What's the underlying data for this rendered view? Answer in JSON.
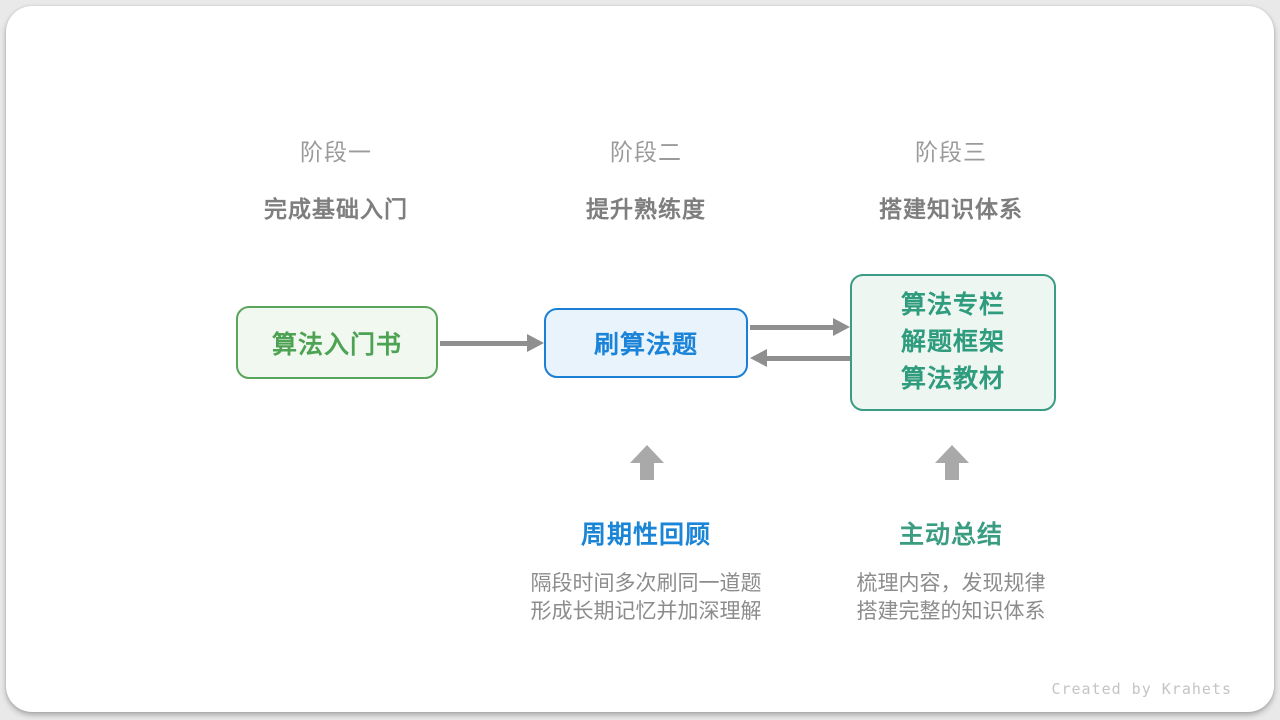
{
  "stages": [
    {
      "label": "阶段一",
      "subtitle": "完成基础入门"
    },
    {
      "label": "阶段二",
      "subtitle": "提升熟练度"
    },
    {
      "label": "阶段三",
      "subtitle": "搭建知识体系"
    }
  ],
  "nodes": [
    {
      "title": "算法入门书",
      "color": "#4da253",
      "border": "#5aa55c",
      "fill": "#f1f8f0"
    },
    {
      "title": "刷算法题",
      "color": "#1b84d9",
      "border": "#1b7fd6",
      "fill": "#e8f3fb"
    },
    {
      "lines": [
        "算法专栏",
        "解题框架",
        "算法教材"
      ],
      "color": "#2f9c7e",
      "border": "#3c9c83",
      "fill": "#eef6f2"
    }
  ],
  "connectors": [
    {
      "from": "算法入门书",
      "to": "刷算法题",
      "direction": "right"
    },
    {
      "from": "刷算法题",
      "to": "阶段三资源",
      "direction": "right"
    },
    {
      "from": "阶段三资源",
      "to": "刷算法题",
      "direction": "left"
    }
  ],
  "callouts": [
    {
      "title": "周期性回顾",
      "color": "#1a85d6",
      "lines": [
        "隔段时间多次刷同一道题",
        "形成长期记忆并加深理解"
      ]
    },
    {
      "title": "主动总结",
      "color": "#3a9d82",
      "lines": [
        "梳理内容，发现规律",
        "搭建完整的知识体系"
      ]
    }
  ],
  "colors": {
    "arrow_gray": "#8f8f8f",
    "up_arrow_gray": "#a9a9a9",
    "stage_label": "#9b9b9b",
    "stage_subtitle": "#7e7e7e",
    "description_text": "#8c8c8c",
    "watermark_text": "#c4c4c4",
    "card_background": "#ffffff",
    "page_background": "#e9e9e9"
  },
  "watermark": "Created by Krahets"
}
